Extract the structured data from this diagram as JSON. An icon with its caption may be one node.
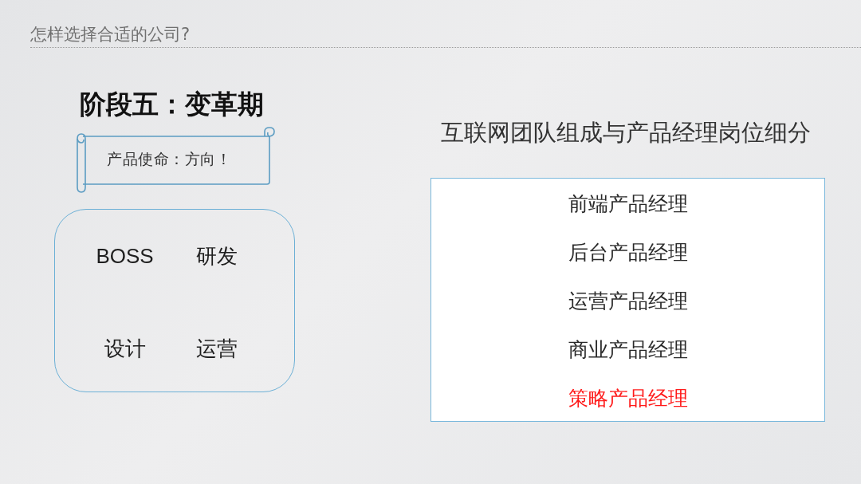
{
  "diagram": {
    "title": "怎样选择合适的公司?",
    "nodes": [
      {
        "text": [
          "产品使命：方向！"
        ]
      },
      {
        "text": [
          "BOSS",
          "研发",
          "设计",
          "运营"
        ]
      },
      {
        "text": [
          "前端产品经理",
          "后台产品经理",
          "运营产品经理",
          "商业产品经理",
          "策略产品经理"
        ]
      }
    ],
    "labels": [
      "阶段五：变革期",
      "互联网团队组成与产品经理岗位细分"
    ]
  }
}
